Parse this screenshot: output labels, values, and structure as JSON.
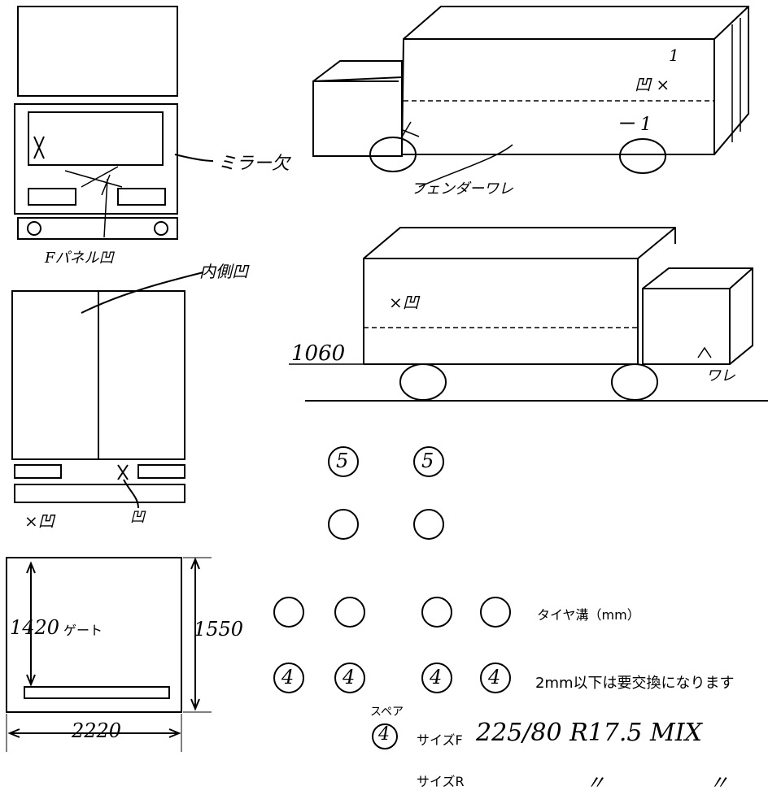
{
  "annotations": {
    "mirror_missing": "ミラー欠",
    "front_panel_dent": "Fパネル凹",
    "inner_dent": "内側凹",
    "rear_x_dent": "×凹",
    "bumper_dent": "凹",
    "top_dent": "凹 ×",
    "top_one": "1",
    "bottom_dash_one": "ー 1",
    "fender_crack": "フェンダーワレ",
    "box_side_dent": "×凹",
    "height_value": "1060",
    "cab_crack": "ワレ"
  },
  "rear_view": {
    "gate_height": "1420",
    "gate_label": "ゲート",
    "total_height": "1550",
    "width": "2220"
  },
  "tires": {
    "top_row": [
      "5",
      "5"
    ],
    "bottom_row": [
      "4",
      "4",
      "4",
      "4"
    ],
    "tread_label": "タイヤ溝（mm）",
    "note": "2mm以下は要交換になります",
    "spare_label": "スペア",
    "spare_value": "4",
    "size_f_label": "サイズF",
    "size_f_value": "225/80 R17.5 MIX",
    "size_r_label": "サイズR",
    "size_r_value": "〃 〃"
  }
}
